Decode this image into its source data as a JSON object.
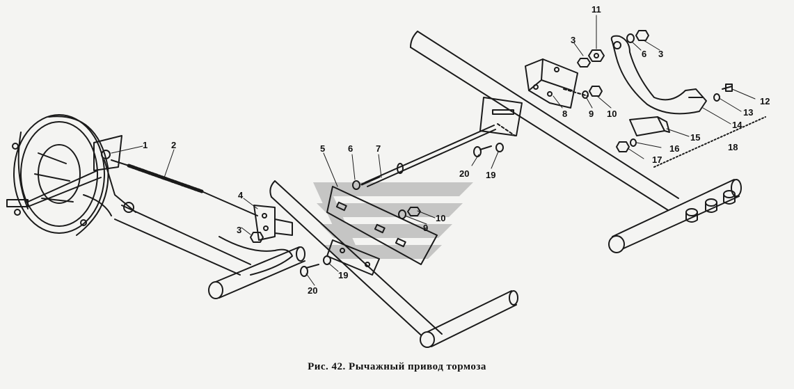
{
  "figure": {
    "caption": "Рис. 42. Рычажный привод тормоза"
  },
  "callouts": [
    "1",
    "2",
    "3",
    "4",
    "5",
    "6",
    "7",
    "8",
    "9",
    "10",
    "11",
    "12",
    "13",
    "14",
    "15",
    "16",
    "17",
    "18",
    "19",
    "20",
    "3",
    "6",
    "3",
    "9",
    "10",
    "19",
    "20"
  ],
  "colors": {
    "ink": "#1a1a1a",
    "paper": "#f4f4f2",
    "watermark": "#bdbdbd"
  }
}
